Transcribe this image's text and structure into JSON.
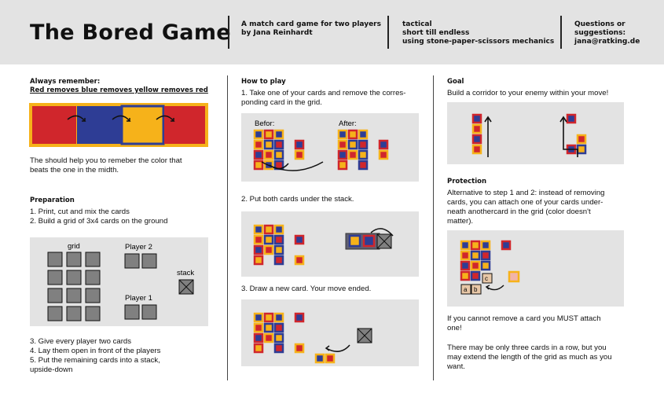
{
  "header": {
    "title": "The Bored Game",
    "subtitle_lines": [
      "A match card game for two players",
      "by Jana Reinhardt"
    ],
    "tagline_lines": [
      "tactical",
      "short till endless",
      "using stone-paper-scissors mechanics"
    ],
    "contact_lines": [
      "Questions or",
      "suggestions:",
      "jana@ratking.de"
    ]
  },
  "left": {
    "remember_title": "Always remember:",
    "remember_rule": "Red removes blue removes yellow removes red",
    "remember_note": [
      "The should help you to remeber the color that",
      "beats the one in the midth."
    ],
    "prep_title": "Preparation",
    "prep_steps": [
      "1. Print, cut and  mix the cards",
      "2. Build a grid of 3x4 cards on the ground"
    ],
    "label_grid": "grid",
    "label_player2": "Player 2",
    "label_player1": "Player 1",
    "label_stack": "stack",
    "prep_steps_2": [
      "3. Give every player two cards",
      "4. Lay them open in front of the players",
      "5. Put the remaining cards into a stack,",
      "upside-down"
    ]
  },
  "middle": {
    "howto_title": "How to play",
    "step1": [
      "1. Take one of your cards and remove the corres-",
      "ponding card in the grid."
    ],
    "label_before": "Befor:",
    "label_after": "After:",
    "step2": "2. Put both cards under the stack.",
    "step3": "3. Draw a new card. Your move ended."
  },
  "right": {
    "goal_title": "Goal",
    "goal_text": "Build a corridor to your enemy within your move!",
    "protection_title": "Protection",
    "protection_text": [
      "Alternative to step 1 and 2: instead of removing",
      "cards, you can attach one of your cards under-",
      "neath anothercard in the grid (color doesn't",
      "matter)."
    ],
    "card_a": "a",
    "card_b": "b",
    "card_c": "c",
    "must_attach": [
      "If you cannot remove a card you MUST attach",
      "one!"
    ],
    "three_in_row": [
      "There may be only three cards in a row, but you",
      "may extend the length of the grid as much as you",
      "want."
    ]
  },
  "colors": {
    "red": "#d0262c",
    "blue": "#2e3d95",
    "yellow": "#f6b21a",
    "panel": "#e3e3e3",
    "grey_card": "#808080"
  }
}
